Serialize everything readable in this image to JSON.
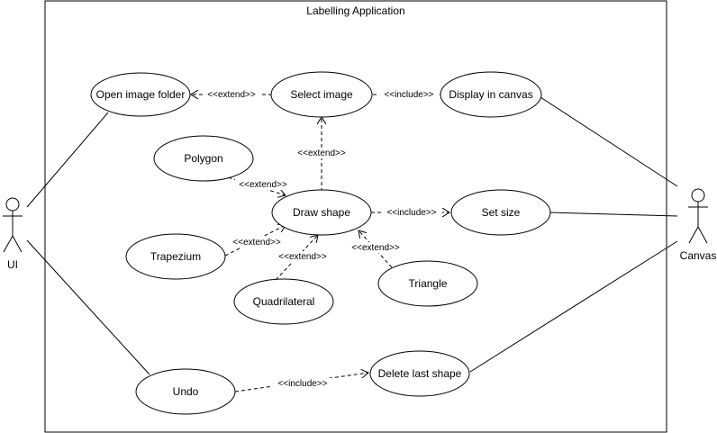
{
  "diagram": {
    "system": {
      "title": "Labelling Application"
    },
    "actors": {
      "ui": "UI",
      "canvas": "Canvas"
    },
    "use_cases": {
      "open_image_folder": "Open image folder",
      "select_image": "Select image",
      "display_in_canvas": "Display in canvas",
      "polygon": "Polygon",
      "draw_shape": "Draw shape",
      "set_size": "Set size",
      "trapezium": "Trapezium",
      "quadrilateral": "Quadrilateral",
      "triangle": "Triangle",
      "undo": "Undo",
      "delete_last_shape": "Delete last shape"
    },
    "stereotypes": {
      "extend": "<<extend>>",
      "include": "<<include>>"
    }
  }
}
